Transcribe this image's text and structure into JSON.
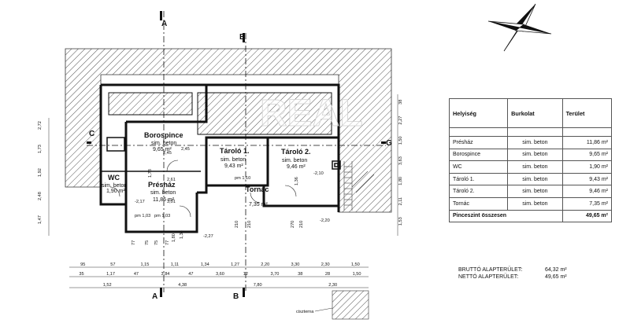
{
  "axes": {
    "a": "A",
    "b": "B",
    "c": "C",
    "g": "G"
  },
  "rooms": {
    "borospince": {
      "name": "Borospince",
      "floor": "sim. beton",
      "area": "9,65 m²"
    },
    "taroló1": {
      "name": "Tároló 1.",
      "floor": "sim. beton",
      "area": "9,43 m²"
    },
    "taroló2": {
      "name": "Tároló 2.",
      "floor": "sim. beton",
      "area": "9,46 m²"
    },
    "wc": {
      "name": "WC",
      "floor": "sim. beton",
      "area": "1,90 m²"
    },
    "preshaz": {
      "name": "Présház",
      "floor": "sim. beton",
      "area": "11,86 m²"
    },
    "tornac": {
      "name": "Tornác",
      "area": "7,35 m²"
    }
  },
  "plan_labels": {
    "pm_110": "pm 1,10",
    "pm_103": "pm 1,03",
    "pm_103b": "pm 1,03",
    "ciszterna": "ciszterna"
  },
  "plan_dims": {
    "bottom_row1": [
      "95",
      "57",
      "1,15",
      "1,11",
      "1,34",
      "1,27",
      "2,20",
      "3,30",
      "2,30",
      "1,50"
    ],
    "bottom_row2": [
      "35",
      "1,17",
      "47",
      "3,84",
      "47",
      "3,60",
      "12",
      "3,70",
      "38",
      "28",
      "1,50"
    ],
    "bottom_row3": [
      "1,52",
      "4,38",
      "7,80",
      "2,30"
    ],
    "left_col": [
      "2,72",
      "1,73",
      "1,92",
      "2,48",
      "1,47"
    ],
    "right_col": [
      "38",
      "2,27",
      "1,50",
      "3,63",
      "1,80",
      "2,11",
      "1,53"
    ],
    "misc": [
      "2,45",
      "2,45",
      "-2,17",
      "-2,10",
      "2,61",
      "3,01",
      "-2,27",
      "-2,20",
      "1,80",
      "1,36",
      "77",
      "75",
      "75",
      "77",
      "210",
      "210",
      "270",
      "210",
      "1,78",
      "1,36"
    ]
  },
  "table": {
    "headers": [
      "Helyiség",
      "Burkolat",
      "Terület"
    ],
    "rows": [
      {
        "room": "Présház",
        "floor": "sim. beton",
        "area": "11,86 m²"
      },
      {
        "room": "Borospince",
        "floor": "sim. beton",
        "area": "9,65 m²"
      },
      {
        "room": "WC",
        "floor": "sim. beton",
        "area": "1,90 m²"
      },
      {
        "room": "Tároló 1.",
        "floor": "sim. beton",
        "area": "9,43 m²"
      },
      {
        "room": "Tároló 2.",
        "floor": "sim. beton",
        "area": "9,46 m²"
      },
      {
        "room": "Tornác",
        "floor": "sim. beton",
        "area": "7,35 m²"
      }
    ],
    "total_label": "Pinceszint összesen",
    "total_area": "49,65 m²"
  },
  "summary": {
    "brutto_label": "BRUTTÓ ALAPTERÜLET:",
    "brutto_value": "64,32 m²",
    "netto_label": "NETTÓ ALAPTERÜLET:",
    "netto_value": "49,65 m²"
  },
  "watermark": "REAL",
  "compass_icon": "north-arrow-icon"
}
